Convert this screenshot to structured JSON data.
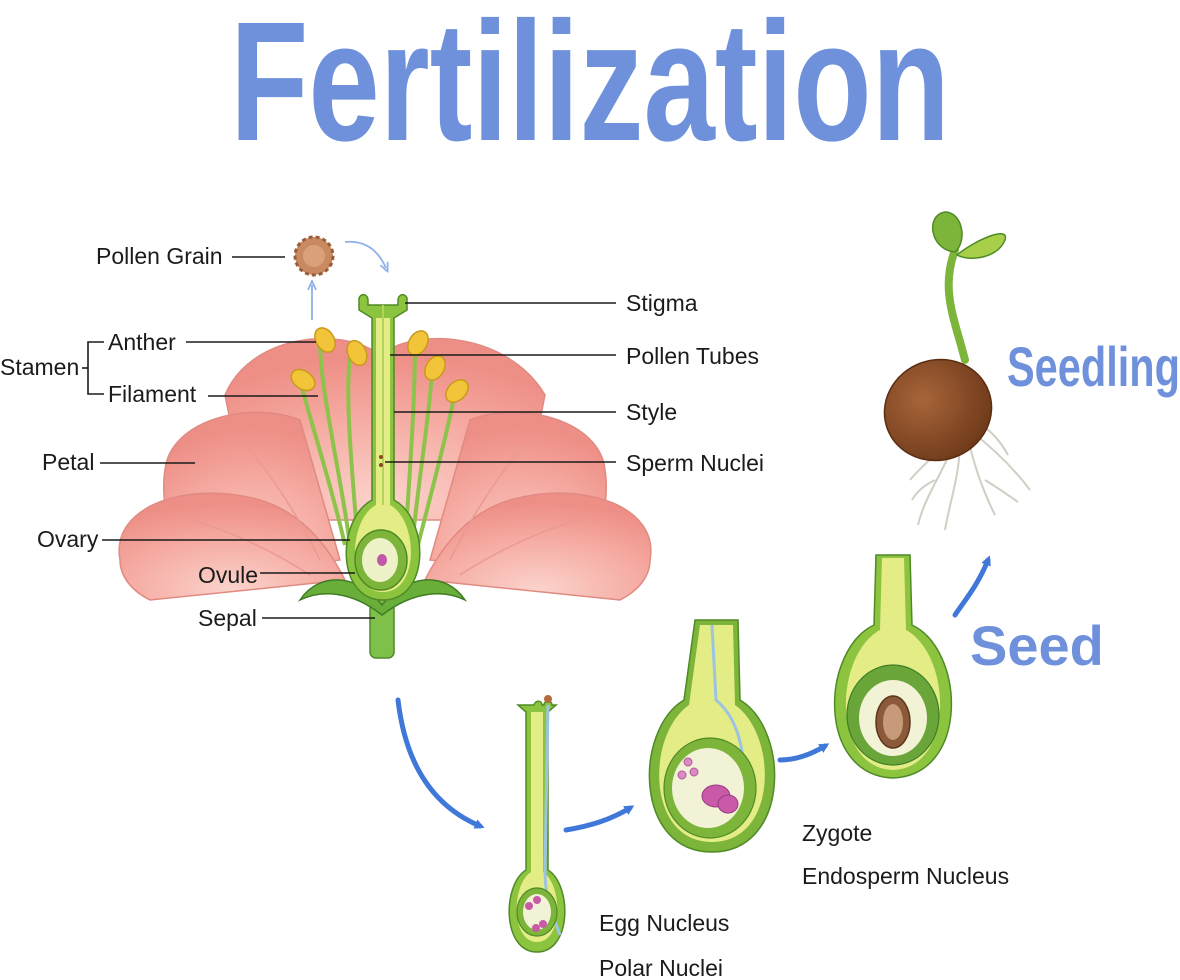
{
  "title": "Fertilization",
  "labels": {
    "pollen_grain": "Pollen Grain",
    "stamen": "Stamen",
    "anther": "Anther",
    "filament": "Filament",
    "petal": "Petal",
    "ovary": "Ovary",
    "ovule": "Ovule",
    "sepal": "Sepal",
    "stigma": "Stigma",
    "pollen_tubes": "Pollen Tubes",
    "style": "Style",
    "sperm_nuclei": "Sperm Nuclei",
    "egg_nucleus": "Egg Nucleus",
    "polar_nuclei": "Polar Nuclei",
    "zygote": "Zygote",
    "endosperm_nucleus": "Endosperm Nucleus"
  },
  "stages": {
    "seed": "Seed",
    "seedling": "Seedling"
  },
  "colors": {
    "title": "#6f91dc",
    "arrow": "#3f78d8",
    "petal": "#f4a7a0",
    "green": "#7db53a",
    "yellow_green": "#dfe77a",
    "seed_brown": "#8a4a24"
  }
}
